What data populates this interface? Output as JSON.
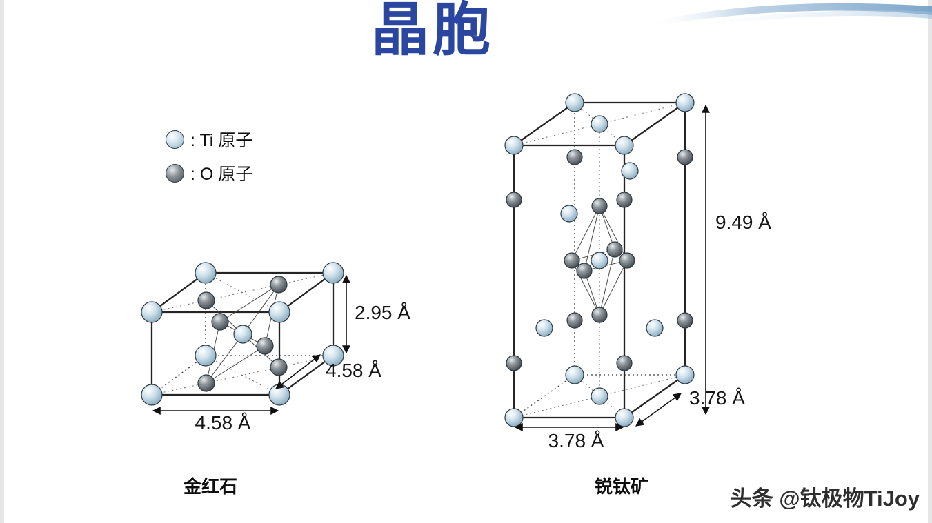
{
  "page": {
    "title": "晶胞",
    "watermark": "头条 @钛极物TiJoy"
  },
  "colors": {
    "title": "#2a46a0",
    "ti_atom": "#8cadc1",
    "o_atom": "#454c52",
    "swoosh": "#6d9cc4"
  },
  "legend": {
    "items": [
      {
        "id": "ti",
        "label": ": Ti 原子",
        "color": "#8cadc1"
      },
      {
        "id": "o",
        "label": ": O 原子",
        "color": "#454c52"
      }
    ]
  },
  "structures": [
    {
      "id": "rutile",
      "name": "金红石",
      "dims": {
        "height": "2.95 Å",
        "depth": "4.58 Å",
        "width": "4.58 Å"
      }
    },
    {
      "id": "anatase",
      "name": "锐钛矿",
      "dims": {
        "height": "9.49 Å",
        "depth": "3.78 Å",
        "width": "3.78 Å"
      }
    }
  ]
}
